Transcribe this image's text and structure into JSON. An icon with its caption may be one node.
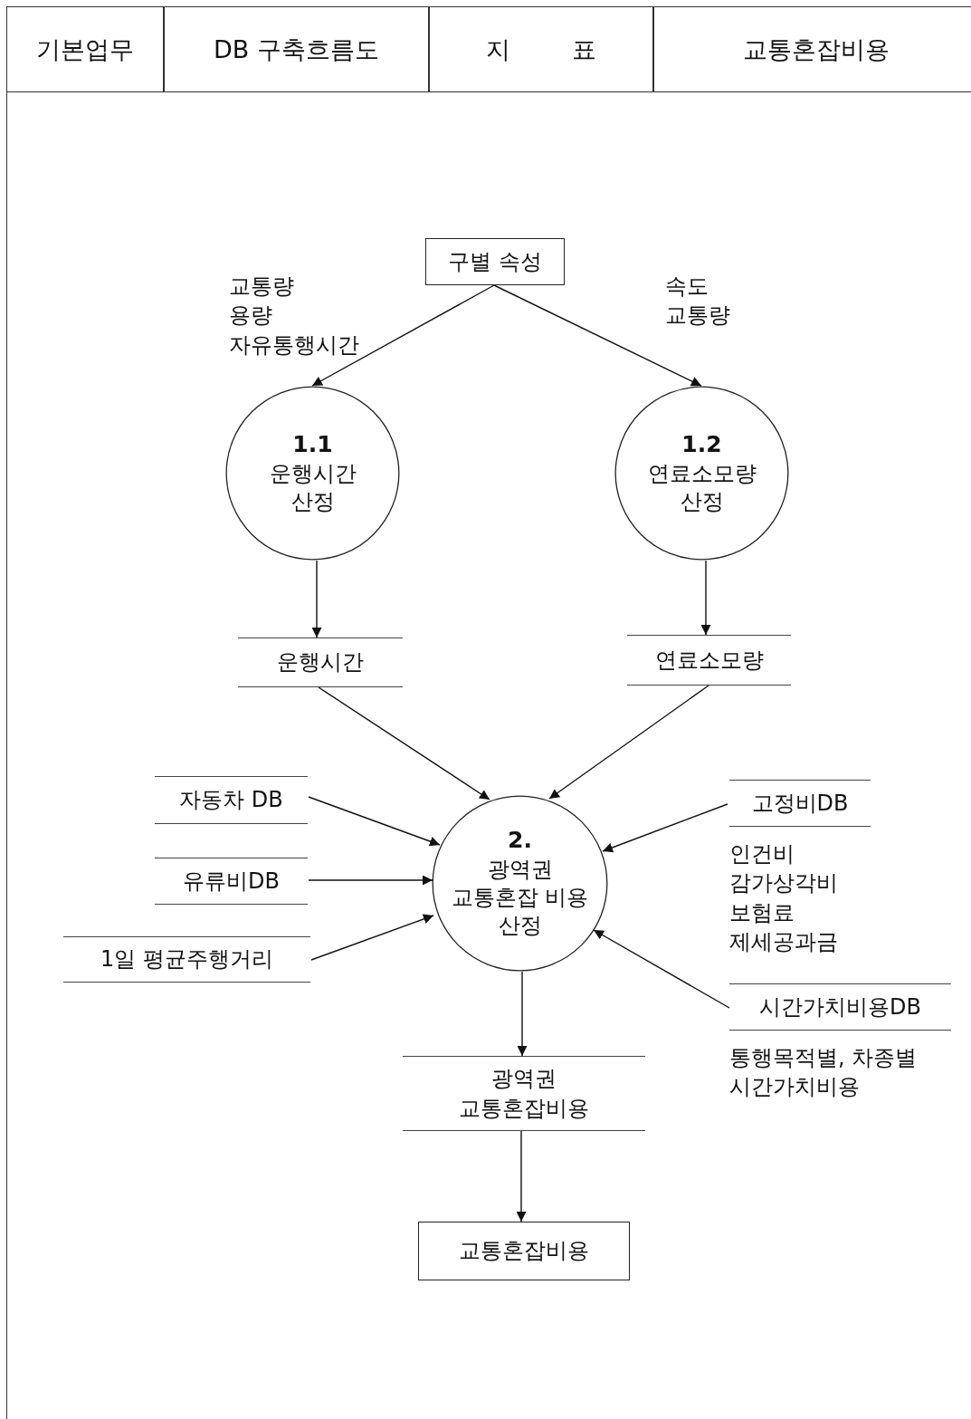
{
  "diagram": {
    "nodes": [
      {
        "text": [
          "구별 속성"
        ]
      },
      {
        "text": [
          "1.1",
          "운행시간 산정"
        ]
      },
      {
        "text": [
          "1.2",
          "연료소모량 산정"
        ]
      },
      {
        "text": [
          "운행시간"
        ]
      },
      {
        "text": [
          "연료소모량"
        ]
      },
      {
        "text": [
          "자동차 DB"
        ]
      },
      {
        "text": [
          "유류비DB"
        ]
      },
      {
        "text": [
          "1일 평균주행거리"
        ]
      },
      {
        "text": [
          "2.",
          "광역권 교통혼잡 비용 산정"
        ]
      },
      {
        "text": [
          "고정비DB"
        ],
        "beside": [
          "인건비 감가상각비 보험료 제세공과금"
        ]
      },
      {
        "text": [
          "시간가치비용DB"
        ],
        "beside": [
          "통행목적별, 차종별 시간가치비용"
        ]
      },
      {
        "text": [
          "광역권 교통혼잡비용"
        ]
      },
      {
        "text": [
          "교통혼잡비용"
        ]
      }
    ],
    "edges": [
      {
        "from": 0,
        "to": 1,
        "arrow": "to",
        "label": "교통량 용량 자유통행시간"
      },
      {
        "from": 0,
        "to": 2,
        "arrow": "to",
        "label": "속도 교통량"
      },
      {
        "from": 1,
        "to": 3,
        "arrow": "to"
      },
      {
        "from": 2,
        "to": 4,
        "arrow": "to"
      },
      {
        "from": 3,
        "to": 8,
        "arrow": "to"
      },
      {
        "from": 4,
        "to": 8,
        "arrow": "to"
      },
      {
        "from": 5,
        "to": 8,
        "arrow": "to"
      },
      {
        "from": 6,
        "to": 8,
        "arrow": "to"
      },
      {
        "from": 7,
        "to": 8,
        "arrow": "to"
      },
      {
        "from": 9,
        "to": 8,
        "arrow": "to"
      },
      {
        "from": 10,
        "to": 8,
        "arrow": "to"
      },
      {
        "from": 8,
        "to": 11,
        "arrow": "to"
      },
      {
        "from": 11,
        "to": 12,
        "arrow": "to"
      }
    ],
    "labels": [
      "기본업무",
      "DB 구축흐름도",
      "지 표",
      "교통혼잡비용"
    ]
  }
}
